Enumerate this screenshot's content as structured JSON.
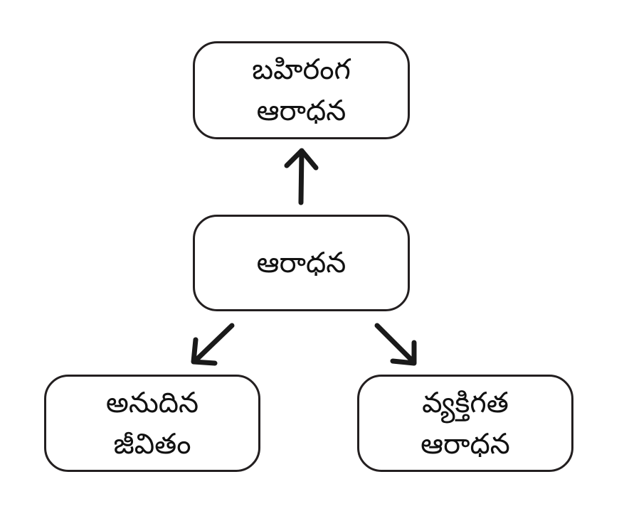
{
  "diagram": {
    "type": "hierarchy",
    "nodes": {
      "center": {
        "lines": [
          "ఆరాధన"
        ]
      },
      "top": {
        "lines": [
          "బహిరంగ",
          "ఆరాధన"
        ]
      },
      "left": {
        "lines": [
          "అనుదిన",
          "జీవితం"
        ]
      },
      "right": {
        "lines": [
          "వ్యక్తిగత",
          "ఆరాధన"
        ]
      }
    },
    "edges": [
      {
        "from": "center",
        "to": "top",
        "direction": "up"
      },
      {
        "from": "center",
        "to": "left",
        "direction": "down-left"
      },
      {
        "from": "center",
        "to": "right",
        "direction": "down-right"
      }
    ],
    "colors": {
      "stroke": "#231f20",
      "text": "#111111",
      "background": "#ffffff"
    }
  }
}
